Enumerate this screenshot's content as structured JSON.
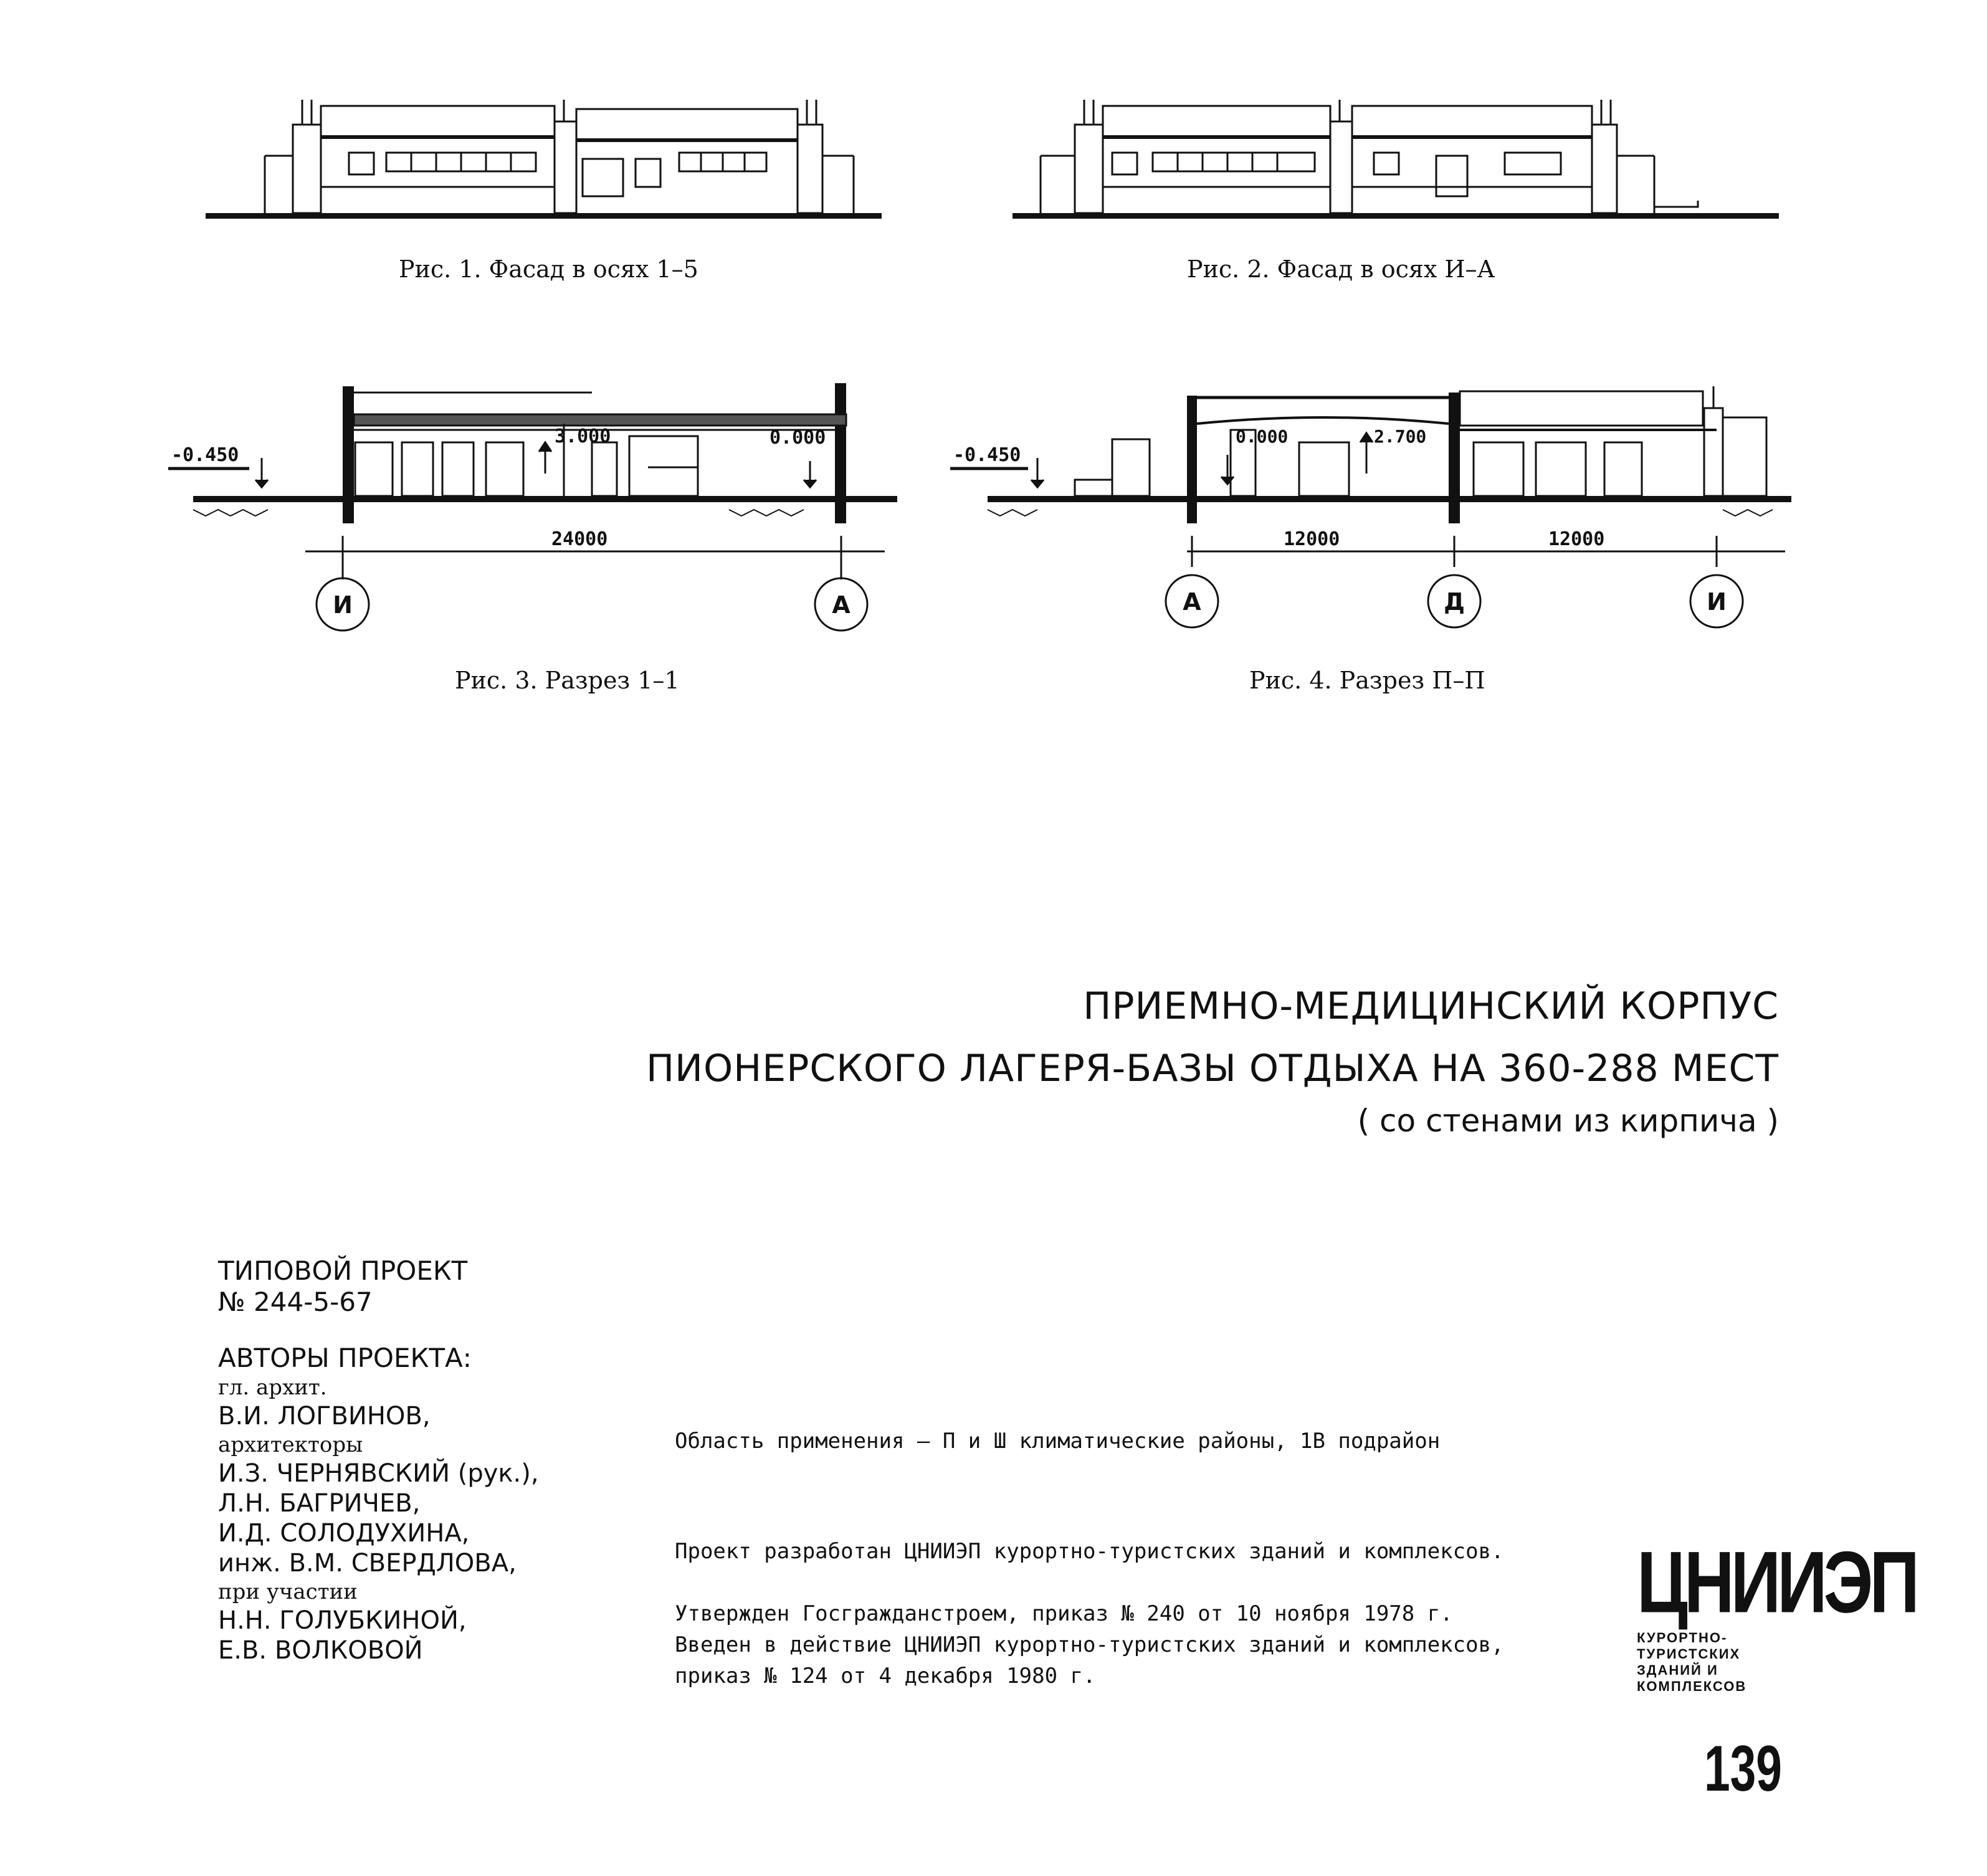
{
  "figures": {
    "fig1": {
      "caption": "Рис. 1. Фасад в осях 1–5"
    },
    "fig2": {
      "caption": "Рис. 2. Фасад в осях И–А"
    },
    "fig3": {
      "caption": "Рис. 3. Разрез 1–1",
      "level_left": "-0.450",
      "level_mid": "3.000",
      "level_right": "0.000",
      "dimension": "24000",
      "axis_left": "И",
      "axis_right": "А"
    },
    "fig4": {
      "caption": "Рис. 4. Разрез П–П",
      "level_left": "-0.450",
      "level_a": "0.000",
      "level_b": "2.700",
      "dimension_1": "12000",
      "dimension_2": "12000",
      "axis_1": "А",
      "axis_2": "Д",
      "axis_3": "И"
    }
  },
  "title": {
    "line1": "ПРИЕМНО-МЕДИЦИНСКИЙ КОРПУС",
    "line2": "ПИОНЕРСКОГО ЛАГЕРЯ-БАЗЫ ОТДЫХА НА 360-288 МЕСТ",
    "subtitle": "( со стенами из кирпича )"
  },
  "project": {
    "type": "ТИПОВОЙ ПРОЕКТ",
    "number": "№ 244-5-67",
    "authors_heading": "АВТОРЫ ПРОЕКТА:",
    "authors": [
      {
        "text": "гл. архит.",
        "style": "small"
      },
      {
        "text": "В.И. ЛОГВИНОВ,",
        "style": "name"
      },
      {
        "text": "архитекторы",
        "style": "small"
      },
      {
        "text": "И.З. ЧЕРНЯВСКИЙ (рук.),",
        "style": "name"
      },
      {
        "text": "Л.Н. БАГРИЧЕВ,",
        "style": "name"
      },
      {
        "text": "И.Д. СОЛОДУХИНА,",
        "style": "name"
      },
      {
        "text": "инж. В.М. СВЕРДЛОВА,",
        "style": "name"
      },
      {
        "text": "при участии",
        "style": "small"
      },
      {
        "text": "Н.Н. ГОЛУБКИНОЙ,",
        "style": "name"
      },
      {
        "text": "Е.В. ВОЛКОВОЙ",
        "style": "name"
      }
    ]
  },
  "info": {
    "scope": "Область применения – П и Ш климатические районы, 1В подрайон",
    "developed": "Проект разработан ЦНИИЭП курортно-туристских зданий и комплексов.",
    "approved": "Утвержден Госгражданстроем, приказ № 240 от 10 ноября 1978 г.",
    "enacted": "Введен в действие ЦНИИЭП курортно-туристских зданий и комплексов, приказ № 124 от 4 декабря 1980 г."
  },
  "logo": {
    "main": "ЦНИИЭП",
    "sub": [
      "КУРОРТНО-",
      "ТУРИСТСКИХ",
      "ЗДАНИЙ И",
      "КОМПЛЕКСОВ"
    ]
  },
  "page_number": "139"
}
